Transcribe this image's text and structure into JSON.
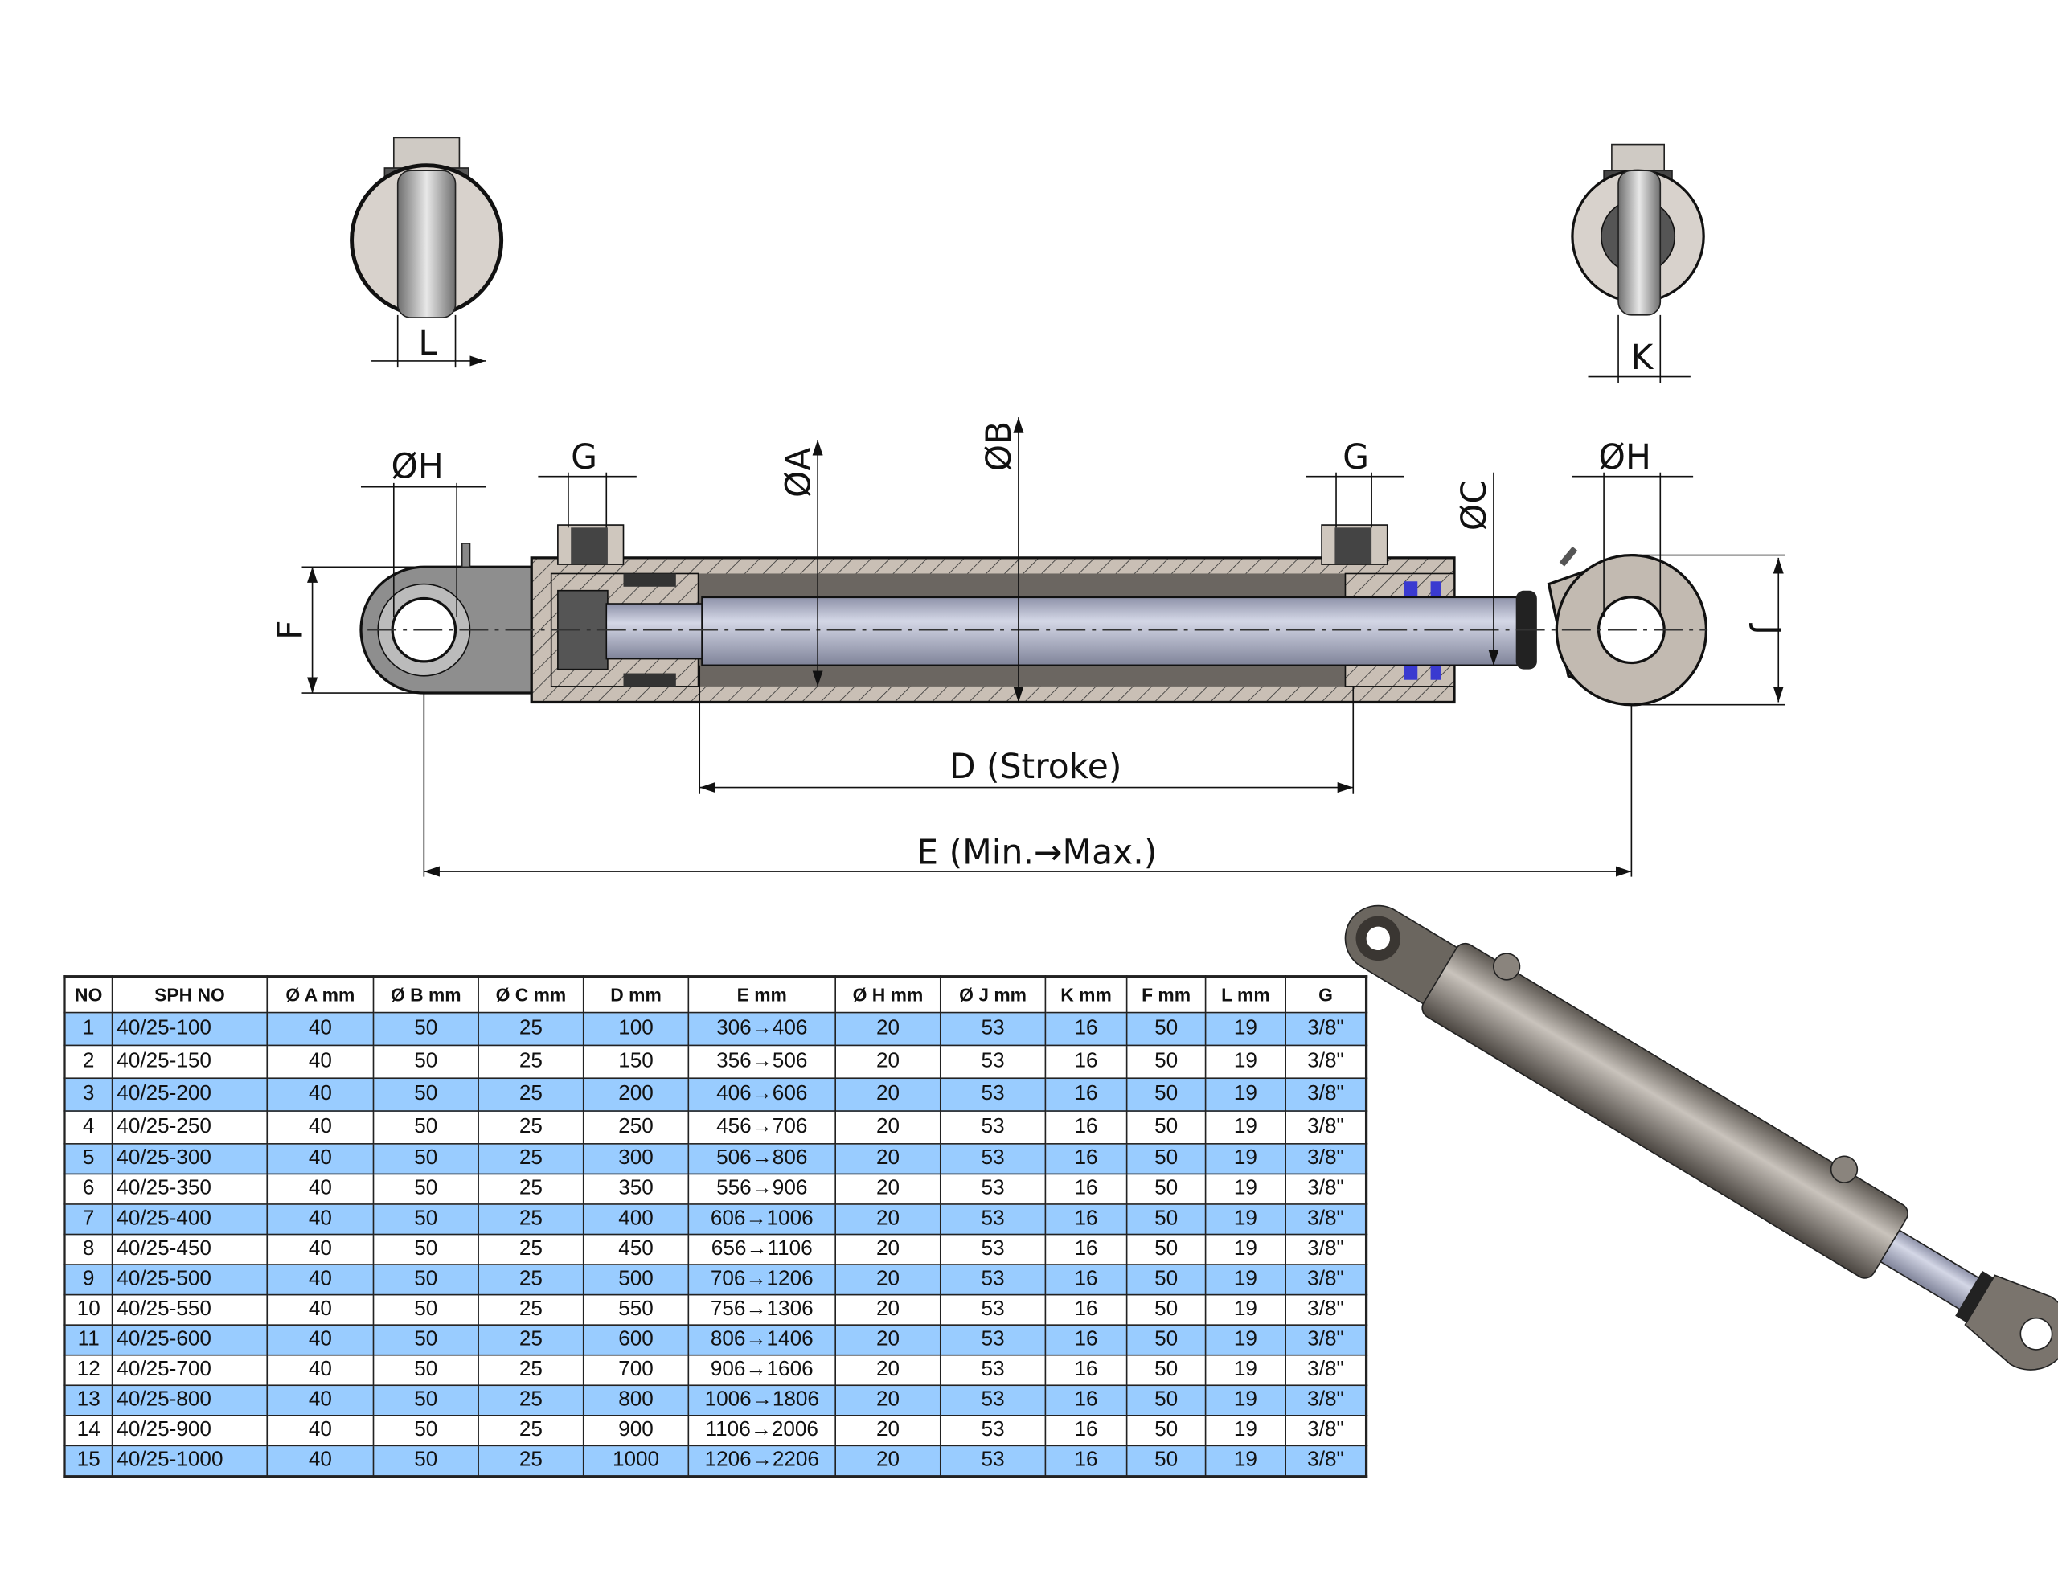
{
  "labels": {
    "L": "L",
    "K": "K",
    "H_left": "ØH",
    "H_right": "ØH",
    "G_left": "G",
    "G_right": "G",
    "A": "ØA",
    "B": "ØB",
    "C": "ØC",
    "F": "F",
    "J": "J",
    "D": "D (Stroke)",
    "E": "E (Min.→Max.)"
  },
  "colors": {
    "row_highlight": "#99ccff",
    "rod": "#b4b8cc",
    "body": "#c9bfb5",
    "seal": "#3a3ad0"
  },
  "table": {
    "headers": [
      "NO",
      "SPH NO",
      "Ø A mm",
      "Ø B mm",
      "Ø C mm",
      "D mm",
      "E mm",
      "Ø H mm",
      "Ø J mm",
      "K mm",
      "F mm",
      "L mm",
      "G"
    ],
    "rows": [
      [
        "1",
        "40/25-100",
        "40",
        "50",
        "25",
        "100",
        "306→406",
        "20",
        "53",
        "16",
        "50",
        "19",
        "3/8\""
      ],
      [
        "2",
        "40/25-150",
        "40",
        "50",
        "25",
        "150",
        "356→506",
        "20",
        "53",
        "16",
        "50",
        "19",
        "3/8\""
      ],
      [
        "3",
        "40/25-200",
        "40",
        "50",
        "25",
        "200",
        "406→606",
        "20",
        "53",
        "16",
        "50",
        "19",
        "3/8\""
      ],
      [
        "4",
        "40/25-250",
        "40",
        "50",
        "25",
        "250",
        "456→706",
        "20",
        "53",
        "16",
        "50",
        "19",
        "3/8\""
      ],
      [
        "5",
        "40/25-300",
        "40",
        "50",
        "25",
        "300",
        "506→806",
        "20",
        "53",
        "16",
        "50",
        "19",
        "3/8\""
      ],
      [
        "6",
        "40/25-350",
        "40",
        "50",
        "25",
        "350",
        "556→906",
        "20",
        "53",
        "16",
        "50",
        "19",
        "3/8\""
      ],
      [
        "7",
        "40/25-400",
        "40",
        "50",
        "25",
        "400",
        "606→1006",
        "20",
        "53",
        "16",
        "50",
        "19",
        "3/8\""
      ],
      [
        "8",
        "40/25-450",
        "40",
        "50",
        "25",
        "450",
        "656→1106",
        "20",
        "53",
        "16",
        "50",
        "19",
        "3/8\""
      ],
      [
        "9",
        "40/25-500",
        "40",
        "50",
        "25",
        "500",
        "706→1206",
        "20",
        "53",
        "16",
        "50",
        "19",
        "3/8\""
      ],
      [
        "10",
        "40/25-550",
        "40",
        "50",
        "25",
        "550",
        "756→1306",
        "20",
        "53",
        "16",
        "50",
        "19",
        "3/8\""
      ],
      [
        "11",
        "40/25-600",
        "40",
        "50",
        "25",
        "600",
        "806→1406",
        "20",
        "53",
        "16",
        "50",
        "19",
        "3/8\""
      ],
      [
        "12",
        "40/25-700",
        "40",
        "50",
        "25",
        "700",
        "906→1606",
        "20",
        "53",
        "16",
        "50",
        "19",
        "3/8\""
      ],
      [
        "13",
        "40/25-800",
        "40",
        "50",
        "25",
        "800",
        "1006→1806",
        "20",
        "53",
        "16",
        "50",
        "19",
        "3/8\""
      ],
      [
        "14",
        "40/25-900",
        "40",
        "50",
        "25",
        "900",
        "1106→2006",
        "20",
        "53",
        "16",
        "50",
        "19",
        "3/8\""
      ],
      [
        "15",
        "40/25-1000",
        "40",
        "50",
        "25",
        "1000",
        "1206→2206",
        "20",
        "53",
        "16",
        "50",
        "19",
        "3/8\""
      ]
    ]
  }
}
